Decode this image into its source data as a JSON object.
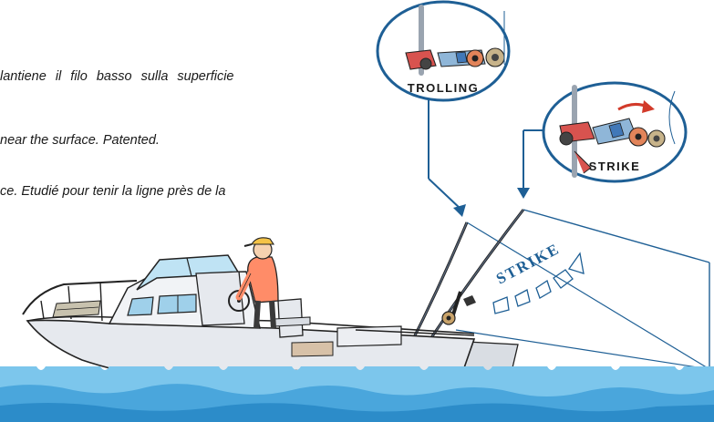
{
  "description": {
    "italian": "lantiene il filo basso sulla superficie",
    "english": "near the surface. Patented.",
    "french": "ce. Etudié pour  tenir la ligne près de la"
  },
  "callouts": {
    "trolling": "TROLLING",
    "strike": "STRIKE"
  },
  "action_label": "STRIKE",
  "colors": {
    "callout_stroke": "#1e5f95",
    "water": "#7cc6ec",
    "hull": "#e6e9ee",
    "hull_stripe": "#e0663e",
    "shirt": "#ff8c68",
    "cap": "#f4c347",
    "rod_holder": "#d8534f",
    "arrow_red": "#d23a2a",
    "line_blue": "#1e5f95"
  }
}
